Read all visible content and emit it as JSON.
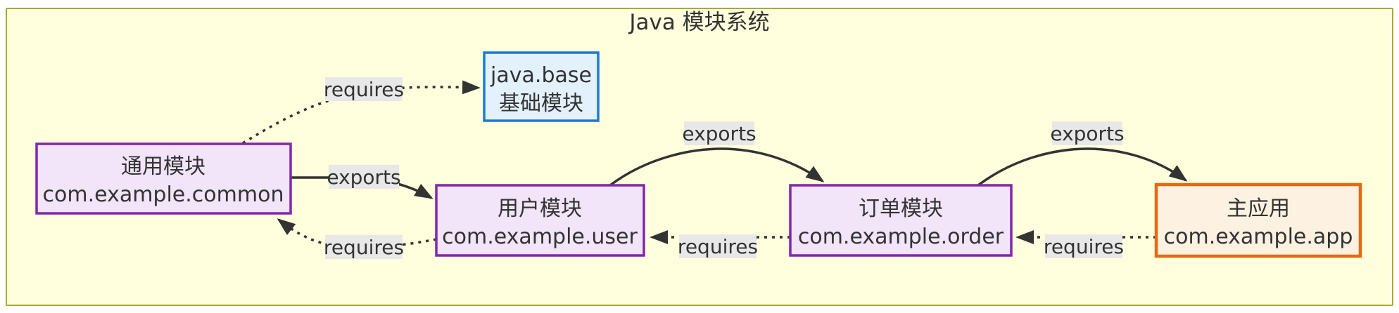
{
  "title": "Java 模块系统",
  "nodes": {
    "common": {
      "line1": "通用模块",
      "line2": "com.example.common",
      "fill": "#f2e4f9",
      "stroke": "#8227aa"
    },
    "base": {
      "line1": "java.base",
      "line2": "基础模块",
      "fill": "#e3f1fc",
      "stroke": "#1e79d2"
    },
    "user": {
      "line1": "用户模块",
      "line2": "com.example.user",
      "fill": "#f2e4f9",
      "stroke": "#8227aa"
    },
    "order": {
      "line1": "订单模块",
      "line2": "com.example.order",
      "fill": "#f2e4f9",
      "stroke": "#8227aa"
    },
    "app": {
      "line1": "主应用",
      "line2": "com.example.app",
      "fill": "#fdf1e1",
      "stroke": "#e8680f"
    }
  },
  "edges": {
    "common_requires_base": {
      "from": "common",
      "to": "base",
      "label": "requires",
      "style": "dotted"
    },
    "common_exports_user": {
      "from": "common",
      "to": "user",
      "label": "exports",
      "style": "solid"
    },
    "user_requires_common": {
      "from": "user",
      "to": "common",
      "label": "requires",
      "style": "dotted"
    },
    "user_exports_order": {
      "from": "user",
      "to": "order",
      "label": "exports",
      "style": "solid"
    },
    "order_requires_user": {
      "from": "order",
      "to": "user",
      "label": "requires",
      "style": "dotted"
    },
    "order_exports_app": {
      "from": "order",
      "to": "app",
      "label": "exports",
      "style": "solid"
    },
    "app_requires_order": {
      "from": "app",
      "to": "order",
      "label": "requires",
      "style": "dotted"
    }
  },
  "colors": {
    "cluster_fill": "#ffffde",
    "cluster_stroke": "#aaaa33",
    "edge_stroke": "#333333",
    "edge_label_bg": "#e8e8e8",
    "text": "#333333"
  }
}
